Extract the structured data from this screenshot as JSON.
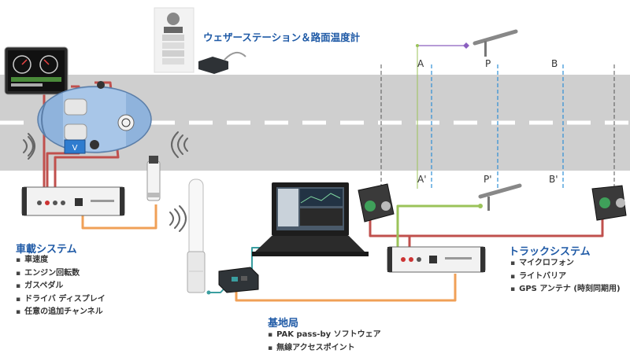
{
  "weather": {
    "title": "ウェザーステーション＆路面温度計"
  },
  "vehicle": {
    "title": "車載システム",
    "items": [
      "車速度",
      "エンジン回転数",
      "ガスペダル",
      "ドライバ ディスプレイ",
      "任意の追加チャンネル"
    ],
    "box_label": "V"
  },
  "track": {
    "title": "トラックシステム",
    "items": [
      "マイクロフォン",
      "ライトバリア",
      "GPS アンテナ (時刻同期用)"
    ]
  },
  "base": {
    "title": "基地局",
    "items": [
      "PAK pass-by ソフトウェア",
      "無線アクセスポイント"
    ]
  },
  "lanes": {
    "top": [
      "A",
      "P",
      "B"
    ],
    "bottom": [
      "A'",
      "P'",
      "B'"
    ]
  },
  "colors": {
    "road": "#cfcfcf",
    "cable_red": "#c0504d",
    "cable_orange": "#f0a057",
    "cable_green": "#9bc35a",
    "cable_teal": "#3a9ea0",
    "cable_purple": "#8a5fbf",
    "lane_blue": "#2e8fd6",
    "title_blue": "#1f5aa6"
  }
}
